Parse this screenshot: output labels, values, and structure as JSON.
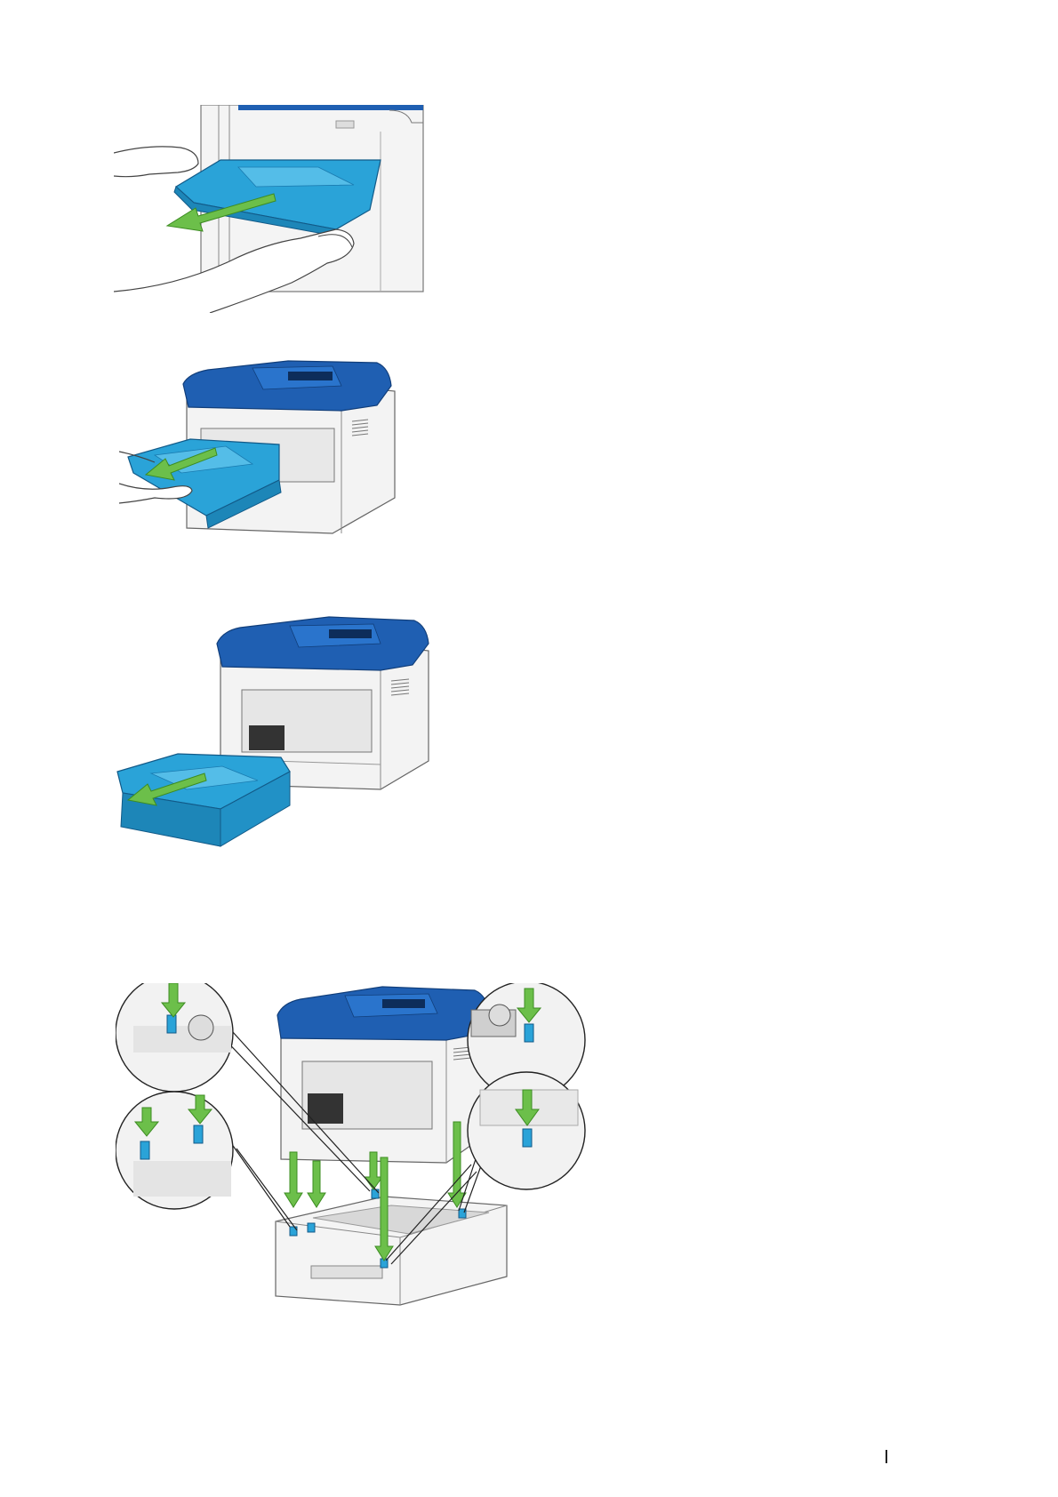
{
  "page": {
    "figures": [
      {
        "id": "fig-remove-bypass-tray",
        "icon": "hands-pulling-tray"
      },
      {
        "id": "fig-pull-paper-tray",
        "icon": "printer-tray-pull"
      },
      {
        "id": "fig-remove-paper-tray",
        "icon": "printer-tray-removed"
      },
      {
        "id": "fig-install-feeder",
        "icon": "printer-on-feeder-with-callouts"
      }
    ],
    "colors": {
      "tray_blue": "#2aa3d8",
      "top_blue": "#1f5fb2",
      "arrow_green": "#6cbf4a",
      "body_gray": "#f2f2f2",
      "outline": "#555555"
    }
  }
}
